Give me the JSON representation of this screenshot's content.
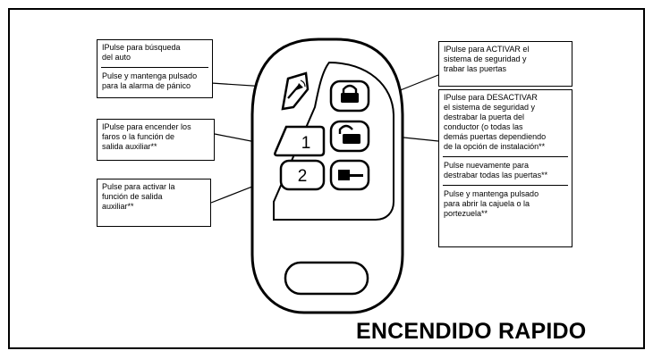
{
  "title": "ENCENDIDO RAPIDO",
  "callouts": {
    "search": {
      "line1": "IPulse para búsqueda\ndel auto",
      "line2": "Pulse y mantenga pulsado\npara la alarma de pánico"
    },
    "lights": {
      "line1": "IPulse para encender los\nfaros o la función de\nsalida auxiliar**"
    },
    "aux": {
      "line1": "Pulse para activar la\nfunción de salida\nauxiliar**"
    },
    "activate": {
      "line1": "IPulse para ACTIVAR el\nsistema de seguridad y\ntrabar las puertas"
    },
    "deactivate": {
      "line1": "IPulse para DESACTIVAR\nel sistema de seguridad y\ndestrabar la puerta del\nconductor (o todas las\ndemás puertas dependiendo\nde la opción de instalación**",
      "line2": "Pulse nuevamente para\ndestrabar todas las puertas**",
      "line3": "Pulse y mantenga pulsado\npara abrir la cajuela o la\nportezuela**"
    }
  },
  "buttons": {
    "one": "1",
    "two": "2"
  },
  "icons": {
    "panic": "car-signal-icon",
    "lock": "lock-icon",
    "unlock": "unlock-icon",
    "trunk": "trunk-icon"
  }
}
